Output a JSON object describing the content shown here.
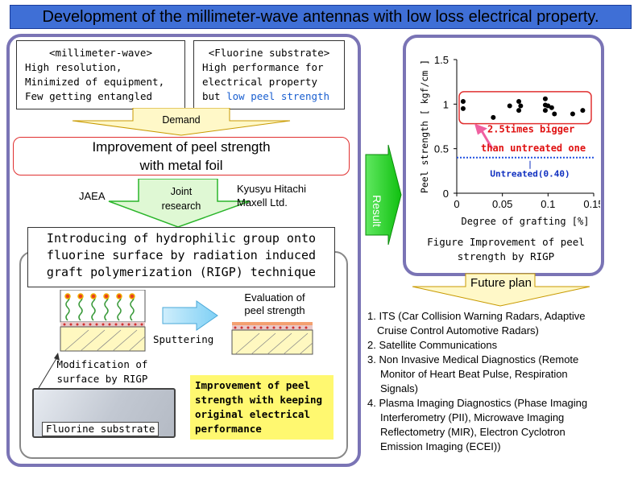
{
  "title": "Development of the millimeter-wave antennas with low loss electrical property.",
  "left": {
    "mmwave": {
      "heading": "<millimeter-wave>",
      "lines": [
        "High resolution,",
        "Minimized of equipment,",
        "Few getting entangled"
      ]
    },
    "fluorine": {
      "heading": "<Fluorine substrate>",
      "line1": "High performance for",
      "line2": "electrical property",
      "line3_prefix": "but ",
      "line3_highlight": "low peel strength"
    },
    "demand": "Demand",
    "improvement": {
      "line1": "Improvement of peel strength",
      "line2": "with metal foil"
    },
    "jaea": "JAEA",
    "joint": {
      "line1": "Joint",
      "line2": "research"
    },
    "kyusyu": {
      "line1": "Kyusyu Hitachi",
      "line2": "Maxell Ltd."
    },
    "introducing": {
      "line1": "Introducing of hydrophilic group onto",
      "line2": "fluorine surface by radiation induced",
      "line3": "graft polymerization (RIGP) technique"
    },
    "evaluation": {
      "line1": "Evaluation of",
      "line2": "peel strength"
    },
    "sputtering": "Sputtering",
    "modification": {
      "line1": "Modification of",
      "line2": "surface by RIGP"
    },
    "fluorine_substrate": "Fluorine substrate",
    "keeping": {
      "line1": "Improvement of peel",
      "line2": "strength with keeping",
      "line3": "original electrical",
      "line4": "performance"
    }
  },
  "right": {
    "result": "Result",
    "annotation": {
      "line1": "2.5times bigger",
      "line2": "than untreated one"
    },
    "untreated": "Untreated(0.40)",
    "caption": {
      "line1": "Figure Improvement of peel",
      "line2": "strength by RIGP"
    },
    "future": "Future plan",
    "items": [
      {
        "line1": "1. ITS (Car Collision Warning Radars, Adaptive",
        "line2": "Cruise Control Automotive Radars)"
      },
      {
        "line1": "2. Satellite Communications"
      },
      {
        "line1": "3. Non Invasive Medical Diagnostics (Remote",
        "line2": "Monitor of Heart Beat Pulse, Respiration",
        "line3": "Signals)"
      },
      {
        "line1": "4. Plasma Imaging Diagnostics (Phase Imaging",
        "line2": "Interferometry (PII), Microwave Imaging",
        "line3": "Reflectometry (MIR), Electron Cyclotron",
        "line4": "Emission Imaging (ECEI))"
      }
    ]
  },
  "chart_data": {
    "type": "scatter",
    "xlabel": "Degree of grafting [%]",
    "ylabel": "Peel strength [ kgf/cm ]",
    "xlim": [
      0,
      0.15
    ],
    "ylim": [
      0,
      1.5
    ],
    "xticks": [
      "0",
      "0.05",
      "0.1",
      "0.15"
    ],
    "yticks": [
      "0",
      "0.5",
      "1",
      "1.5"
    ],
    "points": [
      {
        "x": 0.007,
        "y": 1.03
      },
      {
        "x": 0.007,
        "y": 0.95
      },
      {
        "x": 0.04,
        "y": 0.85
      },
      {
        "x": 0.058,
        "y": 0.98
      },
      {
        "x": 0.068,
        "y": 1.03
      },
      {
        "x": 0.068,
        "y": 0.93
      },
      {
        "x": 0.07,
        "y": 0.98
      },
      {
        "x": 0.097,
        "y": 1.06
      },
      {
        "x": 0.097,
        "y": 0.99
      },
      {
        "x": 0.097,
        "y": 0.93
      },
      {
        "x": 0.1,
        "y": 0.98
      },
      {
        "x": 0.104,
        "y": 0.96
      },
      {
        "x": 0.107,
        "y": 0.89
      },
      {
        "x": 0.127,
        "y": 0.89
      },
      {
        "x": 0.138,
        "y": 0.93
      }
    ],
    "untreated_value": 0.4
  }
}
